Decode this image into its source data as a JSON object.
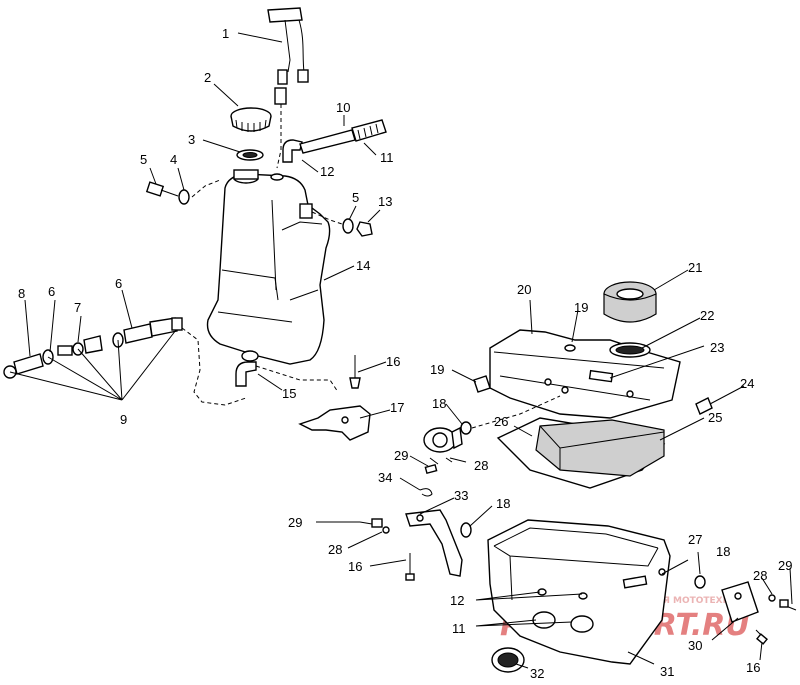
{
  "callouts": {
    "c1": "1",
    "c2": "2",
    "c3": "3",
    "c4": "4",
    "c5a": "5",
    "c5b": "5",
    "c6a": "6",
    "c6b": "6",
    "c7": "7",
    "c8": "8",
    "c9": "9",
    "c10": "10",
    "c11a": "11",
    "c11b": "11",
    "c12a": "12",
    "c12b": "12",
    "c13": "13",
    "c14": "14",
    "c15": "15",
    "c16a": "16",
    "c16b": "16",
    "c16c": "16",
    "c17": "17",
    "c18a": "18",
    "c18b": "18",
    "c18c": "18",
    "c19a": "19",
    "c19b": "19",
    "c20": "20",
    "c21": "21",
    "c22": "22",
    "c23": "23",
    "c24": "24",
    "c25": "25",
    "c26": "26",
    "c27": "27",
    "c28a": "28",
    "c28b": "28",
    "c28c": "28",
    "c29a": "29",
    "c29b": "29",
    "c29c": "29",
    "c30": "30",
    "c31": "31",
    "c32": "32",
    "c33": "33",
    "c34": "34"
  },
  "watermark": {
    "caption": "ЗАПЧАСТИ И АКСЕССУАРЫ ДЛЯ МОТОТЕХНИКИ",
    "brand": "PARTSPORT.RU",
    "caption_color": "#e8a7a7",
    "brand_color": "#e06a6a"
  }
}
